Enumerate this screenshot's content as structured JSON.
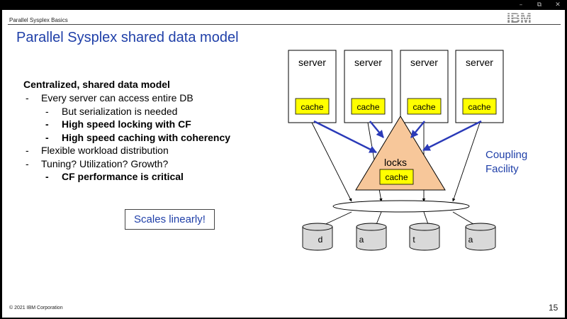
{
  "window_controls": {
    "minimize": "–",
    "restore": "⧉",
    "close": "✕"
  },
  "deck_title": "Parallel Sysplex Basics",
  "logo_text": "IBM",
  "slide_title": "Parallel Sysplex shared data model",
  "bullets": {
    "heading": "Centralized, shared data model",
    "dash": "-",
    "items": [
      {
        "level": 1,
        "bold": false,
        "text": "Every server can access entire DB"
      },
      {
        "level": 2,
        "bold": false,
        "text": "But serialization is needed"
      },
      {
        "level": 2,
        "bold": true,
        "text": "High speed locking with CF"
      },
      {
        "level": 2,
        "bold": true,
        "text": "High speed caching with coherency"
      },
      {
        "level": 1,
        "bold": false,
        "text": "Flexible workload distribution"
      },
      {
        "level": 1,
        "bold": false,
        "text": "Tuning? Utilization? Growth?"
      },
      {
        "level": 2,
        "bold": true,
        "text": "CF performance is critical"
      }
    ]
  },
  "callout": "Scales linearly!",
  "diagram": {
    "server_label": "server",
    "cache_label": "cache",
    "servers": [
      "server",
      "server",
      "server",
      "server"
    ],
    "cf_locks_label": "locks",
    "cf_cache_label": "cache",
    "cf_caption_line1": "Coupling",
    "cf_caption_line2": "Facility",
    "databases": [
      "d",
      "a",
      "t",
      "a"
    ],
    "colors": {
      "cache_fill": "#ffff00",
      "cf_fill": "#f7c79a",
      "arrow_blue": "#2a3ab8",
      "caption_blue": "#1f3fa8"
    }
  },
  "footer": {
    "copyright": "© 2021 IBM Corporation",
    "page_number": "15"
  }
}
